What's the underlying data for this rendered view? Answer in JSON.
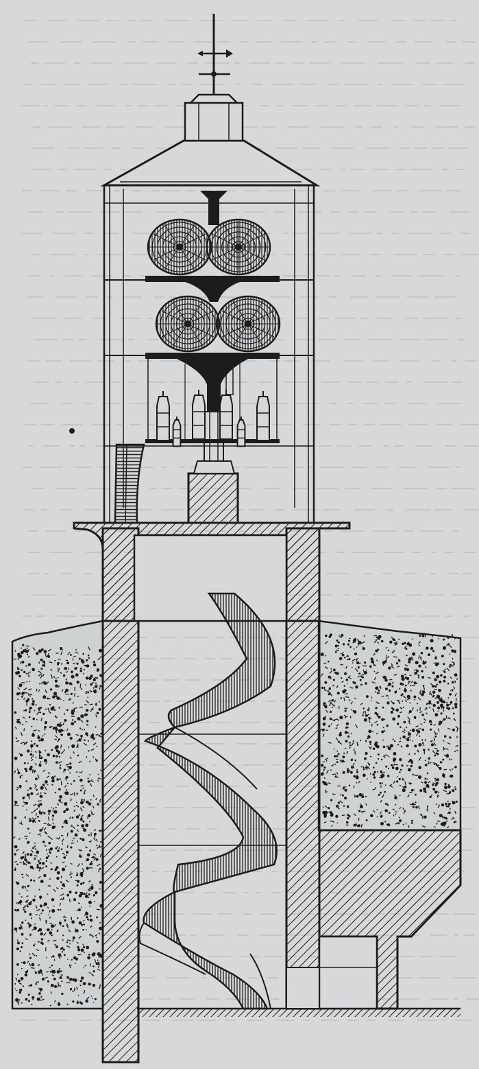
{
  "figure": {
    "subject": "",
    "colors": {
      "paper": "#d6d8d9",
      "paper_shade": "#cfd2d3",
      "ink": "#1c1c1c",
      "bleed_text": "#a9adaf"
    }
  },
  "components": [
    {
      "key": "weather_vane",
      "icon": "weather-vane-icon"
    },
    {
      "key": "roof",
      "icon": "roof-icon"
    },
    {
      "key": "lantern",
      "icon": "lantern-icon"
    },
    {
      "key": "upper_lens_pair",
      "icon": "lens-icon"
    },
    {
      "key": "lower_lens_pair",
      "icon": "lens-icon"
    },
    {
      "key": "lamp_vessels",
      "icon": "lamp-vessel-icon"
    },
    {
      "key": "lantern_stair",
      "icon": "stair-icon"
    },
    {
      "key": "gallery_platform",
      "icon": "gallery-icon"
    },
    {
      "key": "tower_walls",
      "icon": "masonry-wall-icon"
    },
    {
      "key": "spiral_staircase",
      "icon": "spiral-staircase-icon"
    },
    {
      "key": "earth_fill",
      "icon": "earth-icon"
    },
    {
      "key": "annex_building",
      "icon": "annex-icon"
    }
  ]
}
